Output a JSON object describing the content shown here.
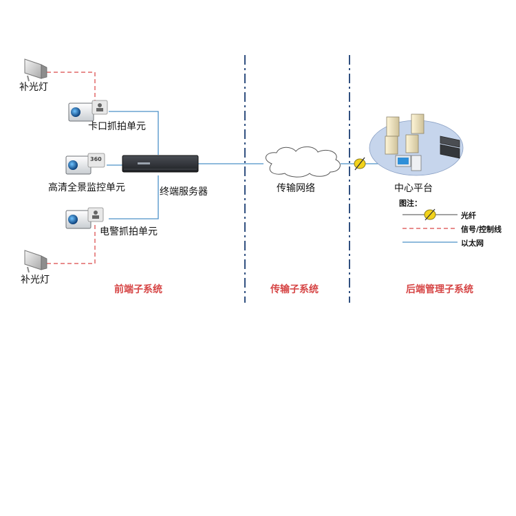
{
  "nodes": {
    "fill_light_top": "补光灯",
    "checkpoint_unit": "卡口抓拍单元",
    "panorama_unit": "高清全景监控单元",
    "terminal_server": "终端服务器",
    "police_unit": "电警抓拍单元",
    "fill_light_bottom": "补光灯",
    "network": "传输网络",
    "center_platform": "中心平台"
  },
  "subsystems": {
    "front": "前端子系统",
    "transport": "传输子系统",
    "backend": "后端管理子系统"
  },
  "legend": {
    "title": "图注：",
    "fiber": "光纤",
    "signal": "信号/控制线",
    "ethernet": "以太网"
  },
  "icons": {
    "camera_badge_panorama": "360"
  },
  "colors": {
    "ethernet": "#4a90c8",
    "signal": "#e06666",
    "divider": "#2f4f7f",
    "subsystem_label": "#d64545",
    "platform_ellipse": "#c6d5ec"
  }
}
